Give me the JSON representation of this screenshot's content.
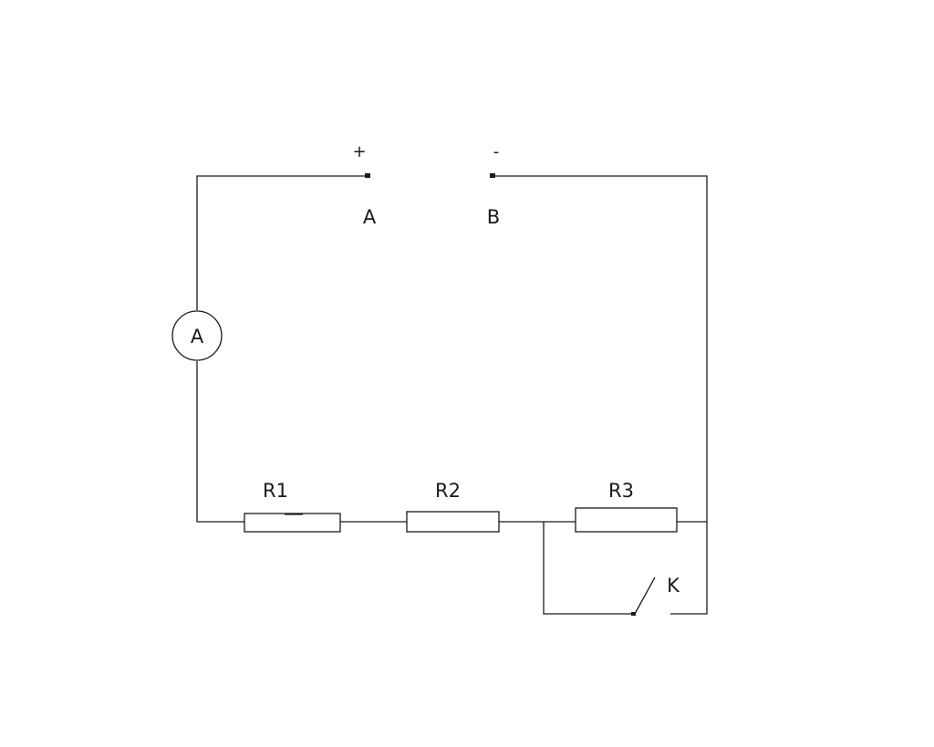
{
  "terminals": {
    "positive_sign": "+",
    "negative_sign": "-",
    "a_label": "A",
    "b_label": "B"
  },
  "ammeter": {
    "label": "A"
  },
  "resistors": [
    {
      "label": "R1"
    },
    {
      "label": "R2"
    },
    {
      "label": "R3"
    }
  ],
  "switch": {
    "label": "K",
    "state": "open"
  },
  "colors": {
    "line": "#1a1a1a",
    "background": "#ffffff"
  }
}
